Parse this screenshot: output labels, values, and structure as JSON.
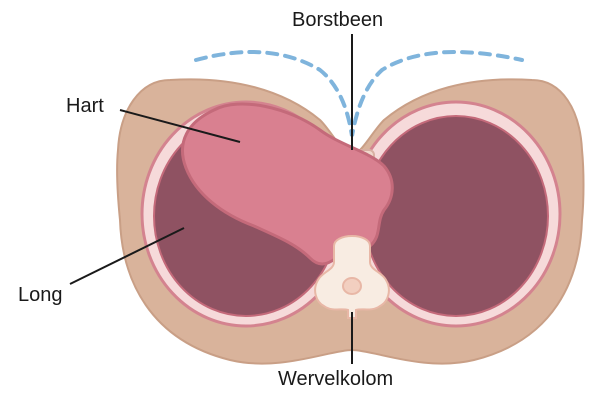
{
  "labels": {
    "sternum": "Borstbeen",
    "heart": "Hart",
    "lung": "Long",
    "spine": "Wervelkolom"
  },
  "colors": {
    "skin": "#d9b39b",
    "skin_outline": "#c99f86",
    "pleura": "#f6dada",
    "pleura_outline": "#d4838f",
    "lung_fill": "#8f5262",
    "heart_fill": "#d98090",
    "heart_outline": "#c46a7a",
    "bone": "#f8ece2",
    "bone_outline": "#e8b7a6",
    "dashed_outline": "#7fb4dc",
    "leader_line": "#1a1a1a",
    "text": "#1a1a1a"
  }
}
